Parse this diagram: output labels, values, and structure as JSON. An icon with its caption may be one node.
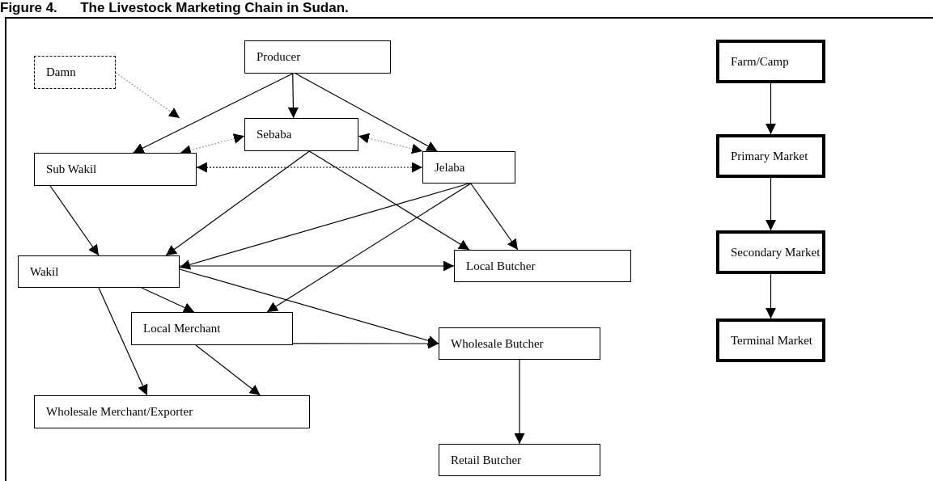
{
  "diagram": {
    "title": "Figure 4.      The Livestock Marketing Chain in Sudan.",
    "nodes": [
      {
        "text": [
          "Damn"
        ]
      },
      {
        "text": [
          "Producer"
        ]
      },
      {
        "text": [
          "Sebaba"
        ]
      },
      {
        "text": [
          "Sub Wakil"
        ]
      },
      {
        "text": [
          "Jelaba"
        ]
      },
      {
        "text": [
          "Wakil"
        ]
      },
      {
        "text": [
          "Local Butcher"
        ]
      },
      {
        "text": [
          "Local Merchant"
        ]
      },
      {
        "text": [
          "Wholesale Butcher"
        ]
      },
      {
        "text": [
          "Wholesale Merchant/Exporter"
        ]
      },
      {
        "text": [
          "Retail Butcher"
        ]
      },
      {
        "text": [
          "Farm/Camp"
        ]
      },
      {
        "text": [
          "Primary Market"
        ]
      },
      {
        "text": [
          "Secondary Market"
        ]
      },
      {
        "text": [
          "Terminal Market"
        ]
      }
    ],
    "edges": [
      {
        "from": 0,
        "to": null,
        "arrow": "to",
        "style": "dashed",
        "color": "#999999"
      },
      {
        "from": 1,
        "to": 3,
        "arrow": "to"
      },
      {
        "from": 1,
        "to": 2,
        "arrow": "to"
      },
      {
        "from": 1,
        "to": 4,
        "arrow": "to"
      },
      {
        "from": 2,
        "to": 3,
        "arrow": "both",
        "style": "dashed",
        "color": "#999999"
      },
      {
        "from": 2,
        "to": 4,
        "arrow": "both",
        "style": "dashed",
        "color": "#999999"
      },
      {
        "from": 3,
        "to": 4,
        "arrow": "both",
        "style": "dashed"
      },
      {
        "from": 3,
        "to": 5,
        "arrow": "to"
      },
      {
        "from": 2,
        "to": 5,
        "arrow": "to"
      },
      {
        "from": 2,
        "to": 6,
        "arrow": "to"
      },
      {
        "from": 4,
        "to": 5,
        "arrow": "to"
      },
      {
        "from": 4,
        "to": 7,
        "arrow": "to"
      },
      {
        "from": 4,
        "to": 6,
        "arrow": "to"
      },
      {
        "from": 5,
        "to": 6,
        "arrow": "to"
      },
      {
        "from": 5,
        "to": 8,
        "arrow": "to"
      },
      {
        "from": 5,
        "to": 7,
        "arrow": "to"
      },
      {
        "from": 5,
        "to": 9,
        "arrow": "to"
      },
      {
        "from": 7,
        "to": 8,
        "arrow": "to"
      },
      {
        "from": 7,
        "to": 9,
        "arrow": "to"
      },
      {
        "from": 8,
        "to": 10,
        "arrow": "to"
      },
      {
        "from": 11,
        "to": 12,
        "arrow": "to"
      },
      {
        "from": 12,
        "to": 13,
        "arrow": "to"
      },
      {
        "from": 13,
        "to": 14,
        "arrow": "to"
      }
    ]
  }
}
